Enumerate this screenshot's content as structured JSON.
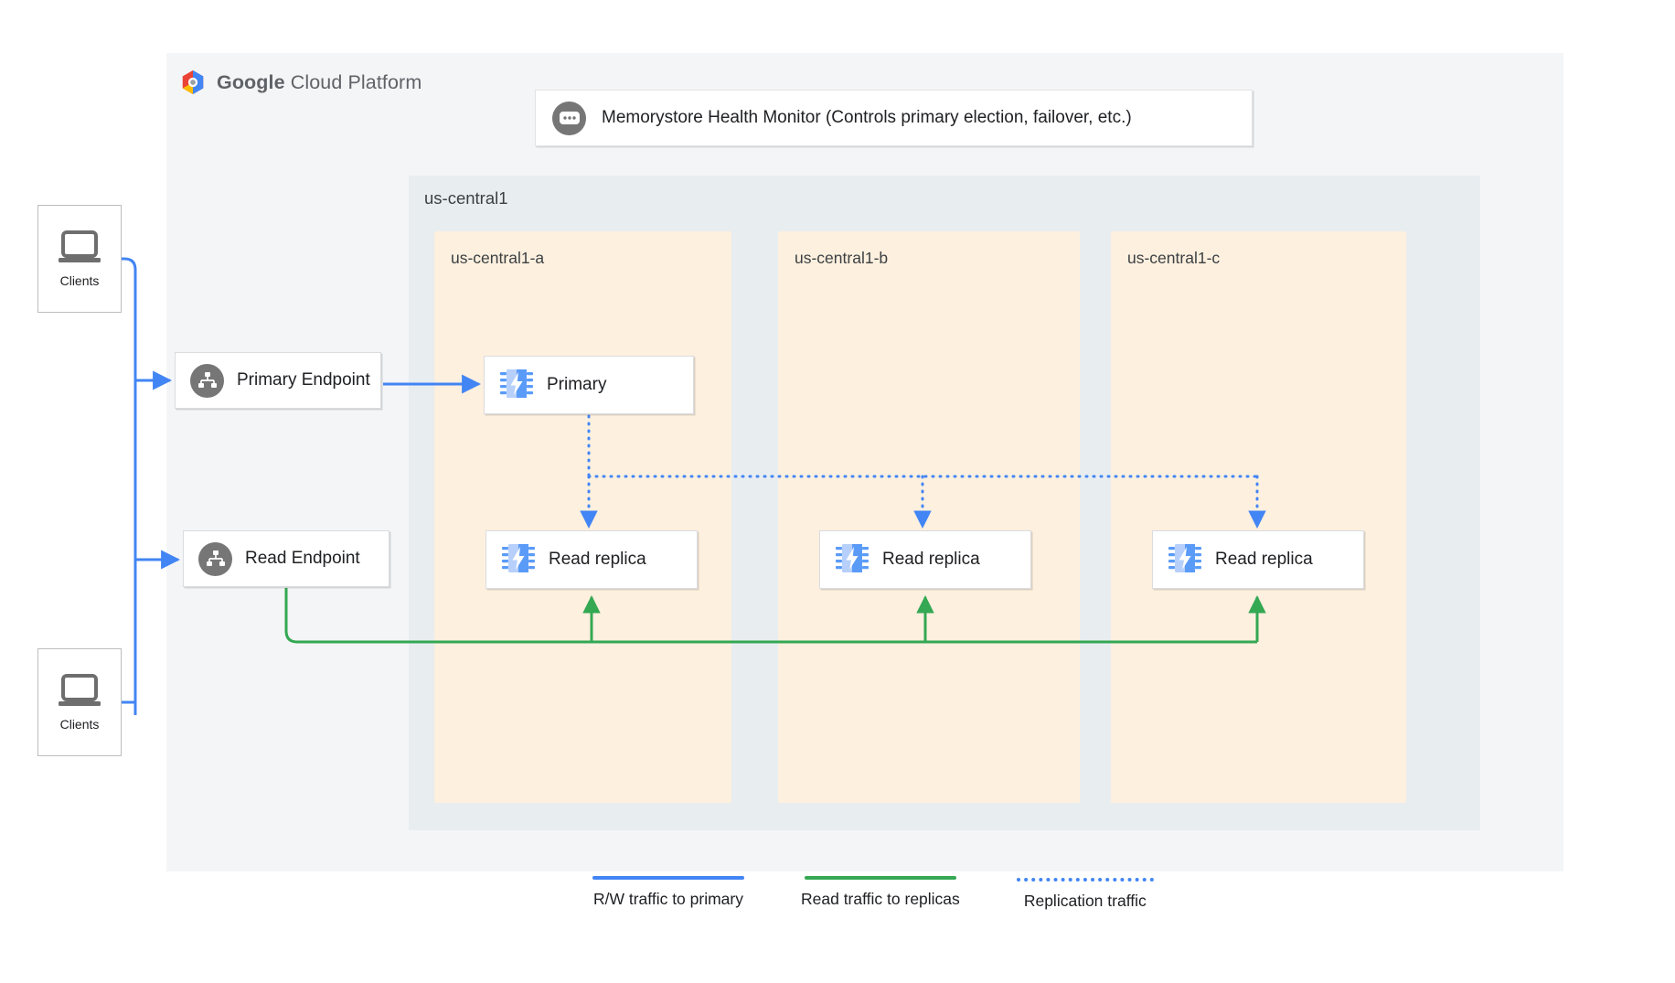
{
  "platform": {
    "brand_bold": "Google",
    "brand_light": "Cloud Platform",
    "logo_icon": "google-cloud-hexagon-icon"
  },
  "health_monitor": {
    "label": "Memorystore Health Monitor (Controls primary election, failover, etc.)",
    "icon": "health-monitor-dots-icon"
  },
  "region": {
    "label": "us-central1"
  },
  "zones": [
    {
      "id": "a",
      "label": "us-central1-a",
      "node_label": "Primary",
      "replica_label": "Read replica"
    },
    {
      "id": "b",
      "label": "us-central1-b",
      "replica_label": "Read replica"
    },
    {
      "id": "c",
      "label": "us-central1-c",
      "replica_label": "Read replica"
    }
  ],
  "endpoints": [
    {
      "id": "primary",
      "label": "Primary Endpoint",
      "icon": "network-hierarchy-icon"
    },
    {
      "id": "read",
      "label": "Read Endpoint",
      "icon": "network-hierarchy-icon"
    }
  ],
  "instances": {
    "primary": "Primary",
    "replica": "Read replica",
    "icon": "memorystore-chip-icon"
  },
  "clients": [
    {
      "label": "Clients",
      "icon": "laptop-icon"
    },
    {
      "label": "Clients",
      "icon": "laptop-icon"
    }
  ],
  "legend": [
    {
      "label": "R/W traffic to primary",
      "color": "#4285f4",
      "style": "solid"
    },
    {
      "label": "Read traffic to replicas",
      "color": "#34a853",
      "style": "solid"
    },
    {
      "label": "Replication traffic",
      "color": "#4285f4",
      "style": "dotted"
    }
  ],
  "colors": {
    "blue": "#4285f4",
    "green": "#34a853",
    "zone_fill": "#fdf0df",
    "region_fill": "#e8edf0",
    "panel_fill": "#f4f5f6",
    "icon_gray": "#767676"
  }
}
